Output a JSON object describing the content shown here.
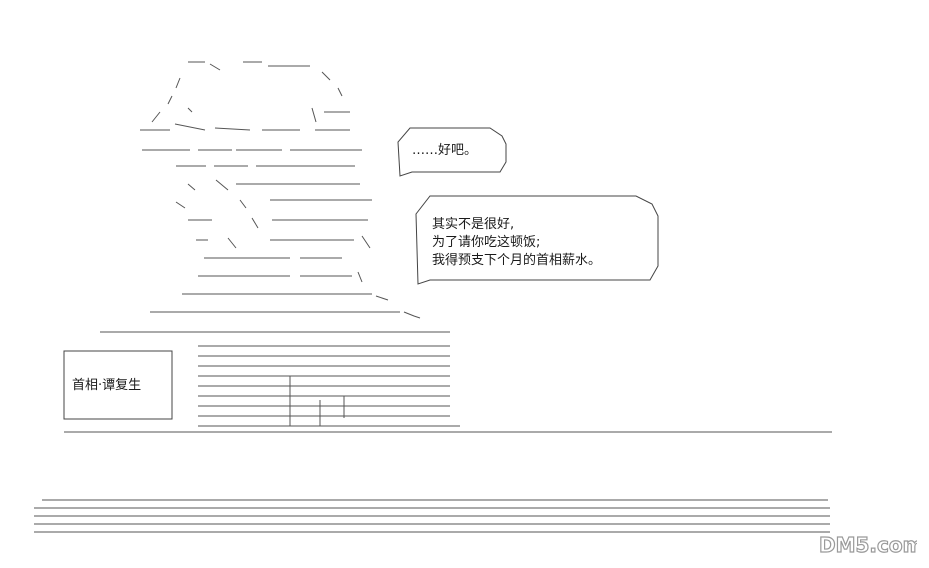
{
  "bubble_small": {
    "text": "……好吧。"
  },
  "bubble_large": {
    "lines": [
      "其实不是很好,",
      "为了请你吃这顿饭;",
      "我得预支下个月的首相薪水。"
    ]
  },
  "nameplate": {
    "text": "首相·谭复生"
  },
  "watermark": {
    "text": "DM5.com"
  },
  "colors": {
    "line": "#444444",
    "ink": "#1a1a1a",
    "watermark": "#9a9a9a"
  }
}
